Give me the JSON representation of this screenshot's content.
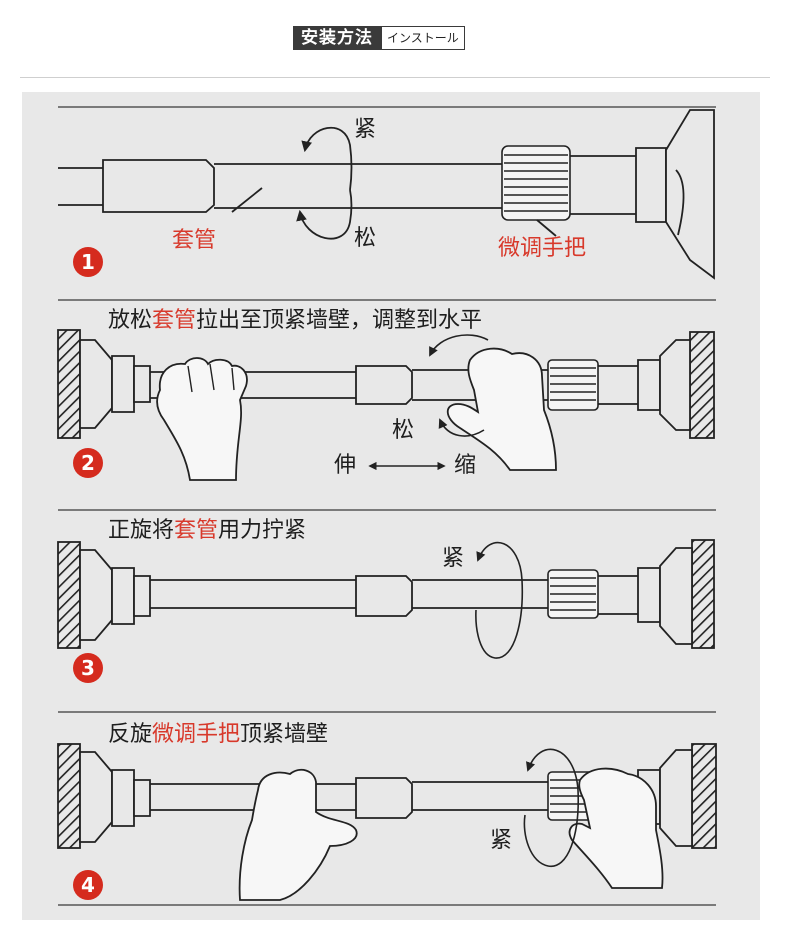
{
  "header": {
    "title": "安装方法",
    "subtitle": "インストール"
  },
  "step1": {
    "number": "1",
    "tighten": "紧",
    "loosen": "松",
    "sleeve": "套管",
    "knob": "微调手把"
  },
  "step2": {
    "number": "2",
    "text_a": "放松",
    "text_red": "套管",
    "text_b": "拉出至顶紧墙壁，调整到水平",
    "loosen": "松",
    "extend": "伸",
    "shrink": "缩"
  },
  "step3": {
    "number": "3",
    "text_a": "正旋将",
    "text_red": "套管",
    "text_b": "用力拧紧",
    "tighten": "紧"
  },
  "step4": {
    "number": "4",
    "text_a": "反旋",
    "text_red": "微调手把",
    "text_b": "顶紧墙壁",
    "tighten": "紧"
  },
  "colors": {
    "accent_red": "#d8392b",
    "header_bg": "#3a3a3a",
    "panel_bg": "#e8e8e8"
  }
}
